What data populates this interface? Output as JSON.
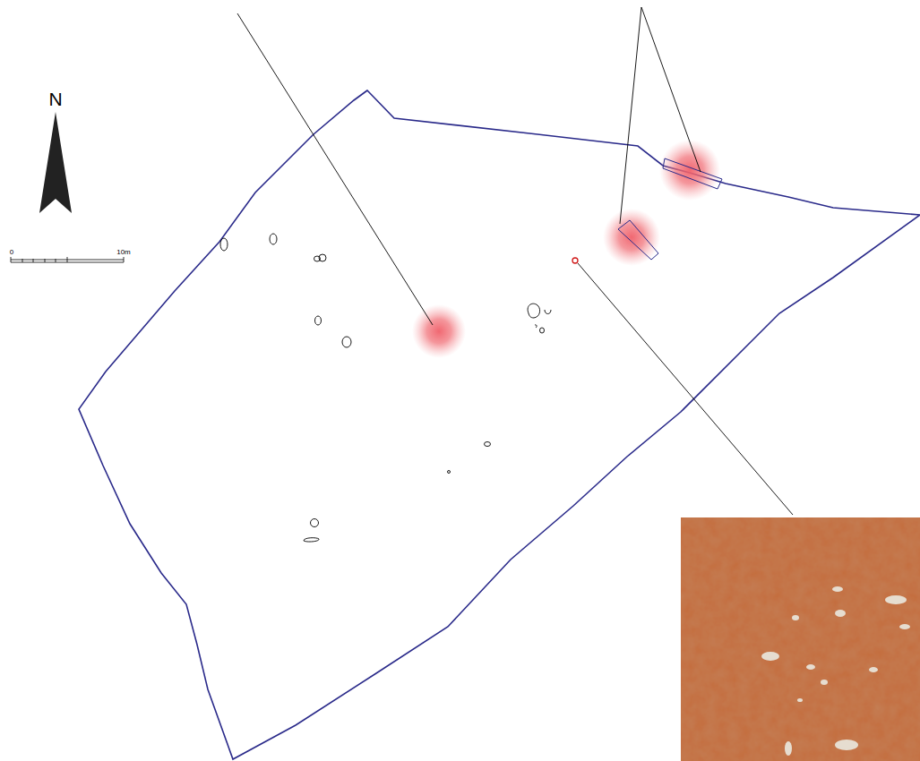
{
  "diagram": {
    "labels": [
      "N",
      "0",
      "10m"
    ]
  }
}
